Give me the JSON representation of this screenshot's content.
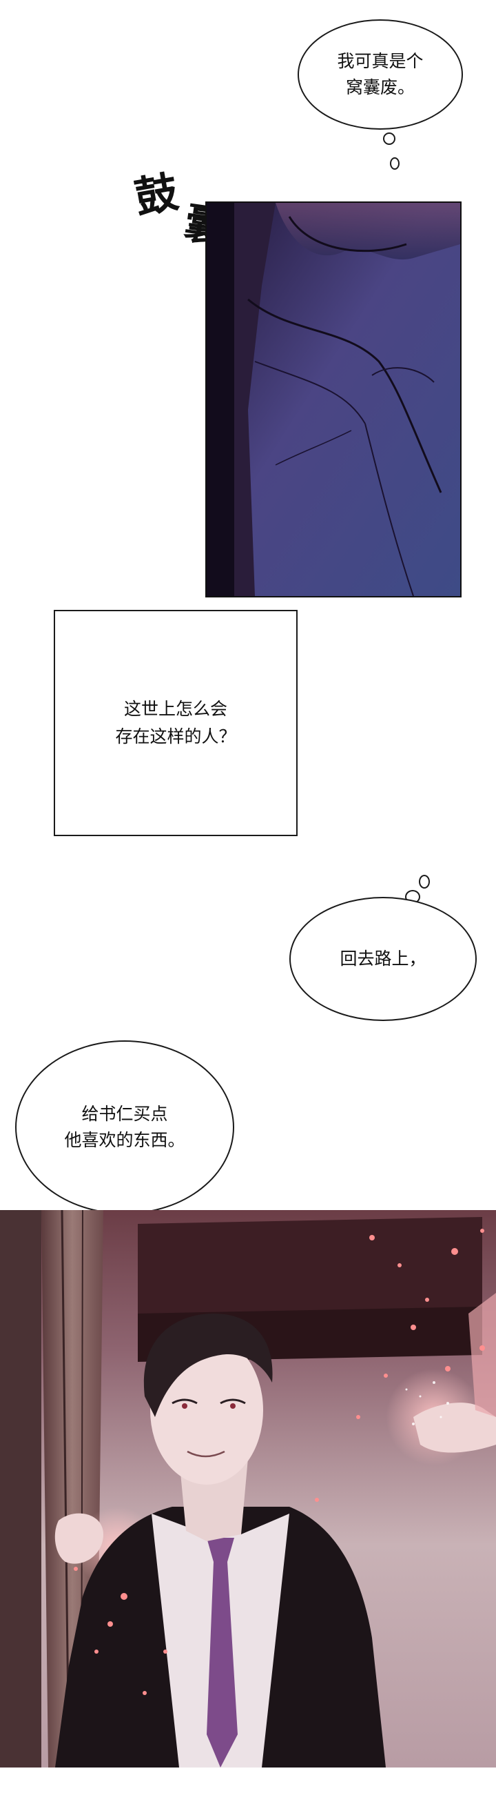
{
  "bubbles": {
    "b1": "我可真是个\n窝囊废。",
    "b2": "回去路上，",
    "b3": "给书仁买点\n他喜欢的东西。"
  },
  "caption": "这世上怎么会\n存在这样的人？",
  "sfx": {
    "c1": "鼓",
    "c2": "囊"
  },
  "colors": {
    "panel1_dark": "#2b2450",
    "panel1_mid": "#4c4a8a",
    "panel2_wall": "#8c6270",
    "suit": "#1c1418",
    "tie": "#7d4b8a"
  }
}
